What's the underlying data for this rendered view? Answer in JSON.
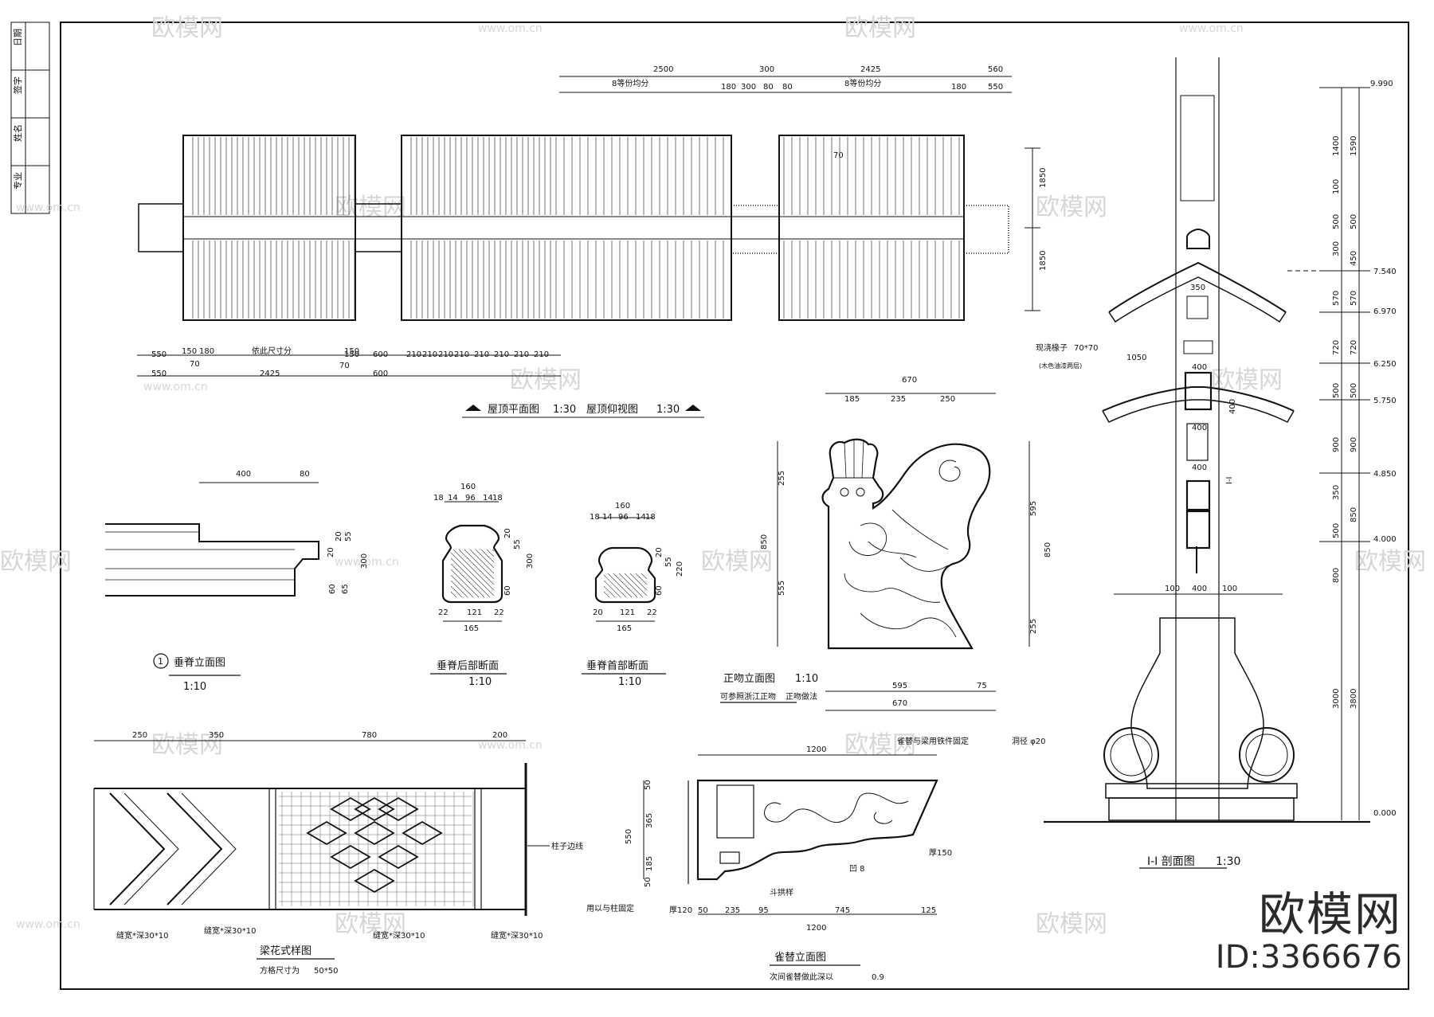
{
  "title_block": {
    "cells": [
      "日期",
      "签字",
      "姓名",
      "专业"
    ]
  },
  "watermark": {
    "name": "欧模网",
    "url": "www.om.cn"
  },
  "brand": {
    "name": "欧模网",
    "id": "ID:3366676"
  },
  "roof_plan": {
    "title": "屋顶平面图",
    "title_scale": "1:30",
    "title2": "屋顶仰视图",
    "title2_scale": "1:30",
    "top_dims": [
      "2500",
      "300",
      "2425",
      "560",
      "180",
      "300",
      "80",
      "80",
      "180",
      "550"
    ],
    "division_labels": [
      "8等份均分",
      "8等份均分"
    ],
    "bottom_dims": [
      "550",
      "150",
      "70",
      "180",
      "150",
      "600",
      "550",
      "70",
      "150",
      "600"
    ],
    "overall_dim": "2425",
    "bottom_note": "依此尺寸分",
    "rafter_dims": [
      "210",
      "210",
      "210",
      "210",
      "210",
      "210",
      "210",
      "210"
    ],
    "side_dims": [
      "1850",
      "1850"
    ],
    "small_dim": "70"
  },
  "ridge_elevation": {
    "dims": [
      "400",
      "80"
    ],
    "vertical_dims": [
      "20",
      "55",
      "20",
      "300",
      "60",
      "65"
    ],
    "number": "1",
    "title": "垂脊立面图",
    "scale": "1:10"
  },
  "ridge_rear_section": {
    "top_dim": "160",
    "sub_dims": [
      "18",
      "14",
      "96",
      "14",
      "18"
    ],
    "bottom_dims": [
      "22",
      "121",
      "22"
    ],
    "bottom_total": "165",
    "vertical_dims": [
      "20",
      "55",
      "300",
      "60"
    ],
    "title": "垂脊后部断面",
    "scale": "1:10"
  },
  "ridge_front_section": {
    "top_dim": "160",
    "sub_dims": [
      "18",
      "14",
      "96",
      "14",
      "18"
    ],
    "bottom_dims": [
      "20",
      "121",
      "22"
    ],
    "bottom_total": "165",
    "vertical_dims": [
      "20",
      "55",
      "220",
      "60"
    ],
    "title": "垂脊首部断面",
    "scale": "1:10"
  },
  "ridge_beast": {
    "top_dims": [
      "670",
      "185",
      "235",
      "250"
    ],
    "left_dims": [
      "255",
      "850",
      "555"
    ],
    "right_dims": [
      "595",
      "850",
      "255"
    ],
    "bottom_dims": [
      "595",
      "75",
      "670"
    ],
    "title": "正吻立面图",
    "scale": "1:10",
    "notes": [
      "可参照浙江正吻",
      "正吻做法"
    ]
  },
  "lattice": {
    "dims": [
      "250",
      "350",
      "780",
      "200"
    ],
    "notes": [
      "缝宽*深30*10",
      "缝宽*深30*10",
      "缝宽*深30*10",
      "缝宽*深30*10"
    ],
    "side_note": "柱子边线",
    "title": "梁花式样图",
    "sub": "方格尺寸为",
    "sub_val": "50*50"
  },
  "bracket": {
    "top_dim": "1200",
    "left_dims": [
      "50",
      "365",
      "550",
      "185",
      "50"
    ],
    "bottom_dims": [
      "50",
      "235",
      "95",
      "745",
      "125"
    ],
    "bottom_total": "1200",
    "notes": [
      "雀替与梁用铁件固定",
      "洞径 φ20",
      "厚150",
      "凹 8",
      "斗拱样",
      "厚120",
      "用以与柱固定"
    ],
    "title": "雀替立面图",
    "sub": "次间雀替做此深以",
    "sub_val": "0.9"
  },
  "section": {
    "title": "I-I 剖面图",
    "scale": "1:30",
    "levels": [
      "9.990",
      "7.540",
      "6.970",
      "6.250",
      "5.750",
      "4.850",
      "4.000",
      "0.000"
    ],
    "right_dims": [
      "1400",
      "1590",
      "100",
      "500",
      "500",
      "300",
      "450",
      "570",
      "570",
      "720",
      "720",
      "500",
      "500",
      "900",
      "900",
      "350",
      "850",
      "500",
      "800",
      "3000",
      "3800"
    ],
    "notes": [
      "现浇椽子",
      "70*70",
      "(木色油漆两层)",
      "1050"
    ],
    "bottom_dims": [
      "100",
      "400",
      "100"
    ],
    "inner_dims": [
      "350",
      "400",
      "400",
      "400",
      "400"
    ],
    "mid_label": "I-I"
  }
}
